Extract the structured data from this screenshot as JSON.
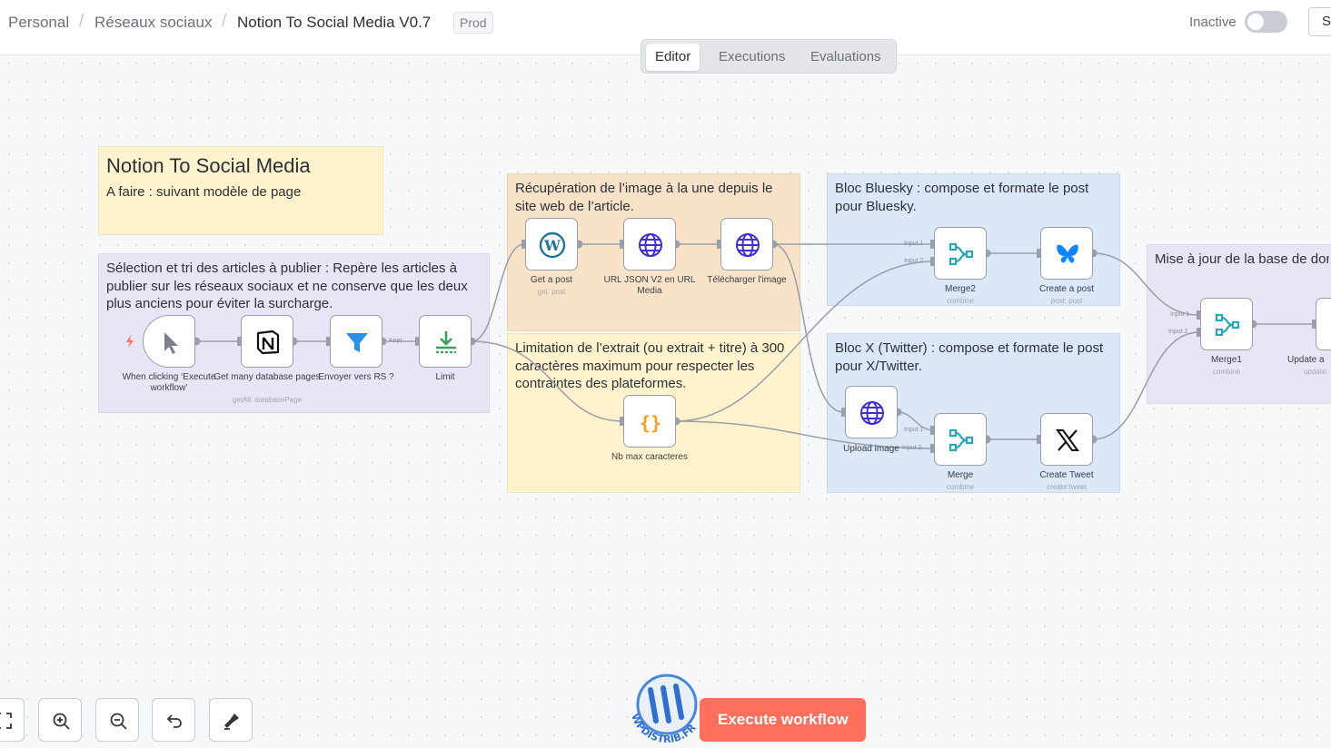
{
  "header": {
    "breadcrumb": [
      "Personal",
      "Réseaux sociaux",
      "Notion To Social Media V0.7"
    ],
    "tag": "Prod",
    "status_label": "Inactive",
    "share_label": "S"
  },
  "tabs": [
    {
      "label": "Editor",
      "active": true
    },
    {
      "label": "Executions",
      "active": false
    },
    {
      "label": "Evaluations",
      "active": false
    }
  ],
  "stickies": {
    "title": {
      "heading": "Notion To Social Media",
      "text": "A faire : suivant modèle de page"
    },
    "selection": "Sélection et tri des articles à publier : Repère les articles à publier sur les réseaux sociaux et ne conserve que les deux plus anciens pour éviter la surcharge.",
    "image": "Récupération de l’image à la une depuis le site web de l’article.",
    "limit": "Limitation de l’extrait (ou extrait + titre) à 300 caractères maximum pour respecter les contraintes des plateformes.",
    "bluesky": "Bloc Bluesky : compose et formate le post pour Bluesky.",
    "x": "Bloc X (Twitter) : compose et formate le post pour X/Twitter.",
    "update": "Mise à jour de la base de don"
  },
  "nodes": {
    "trigger": {
      "label": "When clicking ‘Execute workflow’"
    },
    "notion": {
      "label": "Get many database pages",
      "sub": "getAll: databasePage"
    },
    "filter": {
      "label": "Envoyer vers RS ?",
      "port": "Kept"
    },
    "limit": {
      "label": "Limit"
    },
    "wp": {
      "label": "Get a post",
      "sub": "get: post"
    },
    "urljson": {
      "label": "URL JSON V2 en URL Media"
    },
    "download": {
      "label": "Télécharger l'image"
    },
    "code": {
      "label": "Nb max caracteres"
    },
    "merge2": {
      "label": "Merge2",
      "sub": "combine"
    },
    "bluesky": {
      "label": "Create a post",
      "sub": "post: post"
    },
    "upload": {
      "label": "Upload image"
    },
    "merge": {
      "label": "Merge",
      "sub": "combine"
    },
    "tweet": {
      "label": "Create Tweet",
      "sub": "create:tweet"
    },
    "merge1": {
      "label": "Merge1",
      "sub": "combine"
    },
    "update": {
      "label": "Update a",
      "sub": "update:"
    }
  },
  "ports": {
    "input1": "Input 1",
    "input2": "Input 2"
  },
  "controls": {
    "icons": [
      "fit-view-icon",
      "zoom-in-icon",
      "zoom-out-icon",
      "undo-icon",
      "tidy-up-icon"
    ],
    "execute_label": "Execute workflow"
  },
  "watermark": {
    "text": "WPDISTRIB.FR"
  },
  "colors": {
    "accent": "#ff6f5c",
    "sticky_yellow": "#fef3cd",
    "sticky_purple": "#e8e6f6",
    "sticky_orange": "#f8e3c8",
    "sticky_blue": "#dbe8f7",
    "wordpress": "#21759b",
    "globe": "#3f2fd8",
    "filter": "#2b8fe6",
    "bluesky": "#1185fe"
  }
}
